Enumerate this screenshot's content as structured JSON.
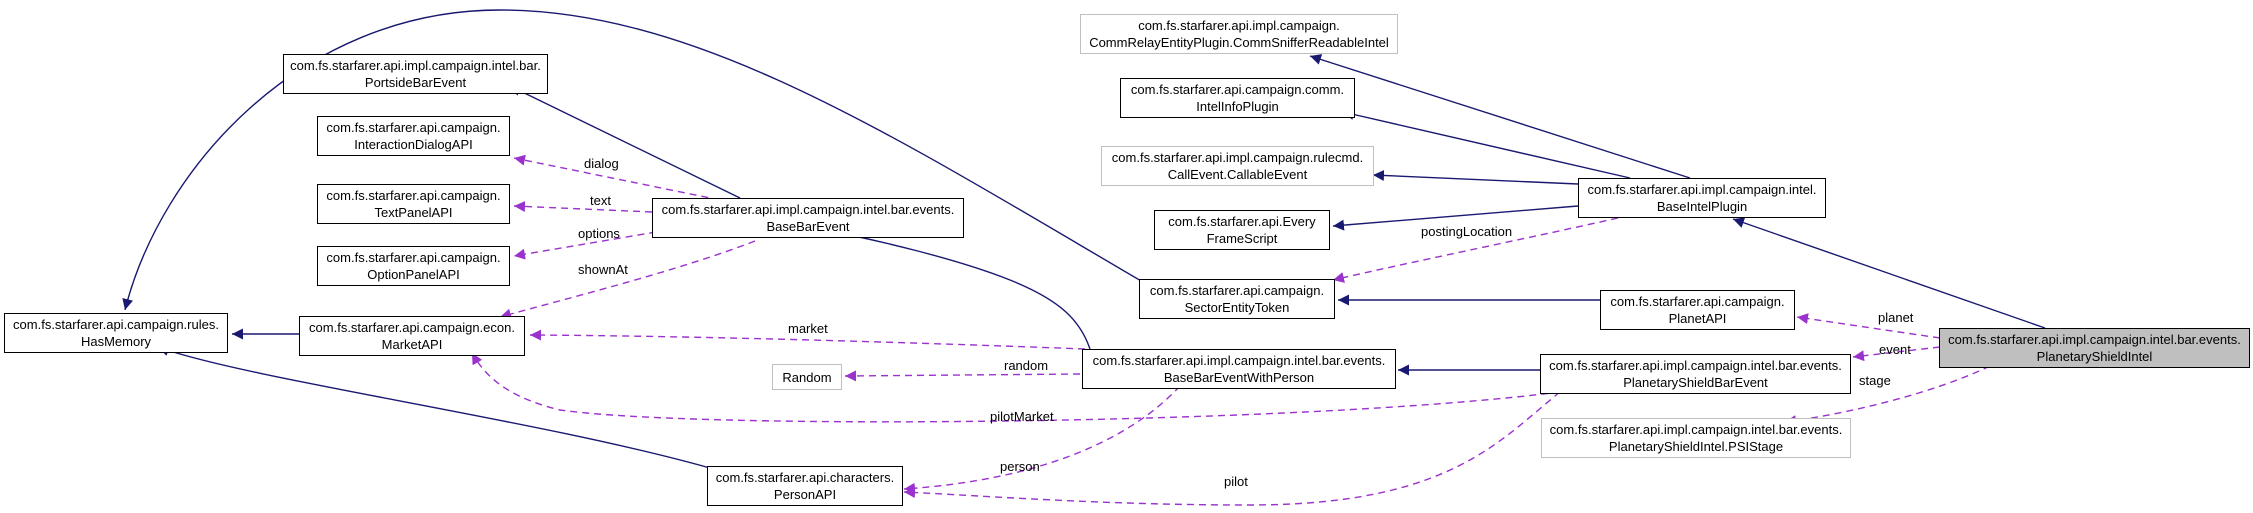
{
  "nodes": {
    "hasMemory": [
      "com.fs.starfarer.api.campaign.rules.",
      "HasMemory"
    ],
    "portsideBarEvent": [
      "com.fs.starfarer.api.impl.campaign.intel.bar.",
      "PortsideBarEvent"
    ],
    "interactionDialogAPI": [
      "com.fs.starfarer.api.campaign.",
      "InteractionDialogAPI"
    ],
    "textPanelAPI": [
      "com.fs.starfarer.api.campaign.",
      "TextPanelAPI"
    ],
    "optionPanelAPI": [
      "com.fs.starfarer.api.campaign.",
      "OptionPanelAPI"
    ],
    "marketAPI": [
      "com.fs.starfarer.api.campaign.econ.",
      "MarketAPI"
    ],
    "baseBarEvent": [
      "com.fs.starfarer.api.impl.campaign.intel.bar.events.",
      "BaseBarEvent"
    ],
    "random": [
      "Random"
    ],
    "personAPI": [
      "com.fs.starfarer.api.characters.",
      "PersonAPI"
    ],
    "commSniffer": [
      "com.fs.starfarer.api.impl.campaign.",
      "CommRelayEntityPlugin.CommSnifferReadableIntel"
    ],
    "intelInfoPlugin": [
      "com.fs.starfarer.api.campaign.comm.",
      "IntelInfoPlugin"
    ],
    "callableEvent": [
      "com.fs.starfarer.api.impl.campaign.rulecmd.",
      "CallEvent.CallableEvent"
    ],
    "everyFrameScript": [
      "com.fs.starfarer.api.Every",
      "FrameScript"
    ],
    "sectorEntityToken": [
      "com.fs.starfarer.api.campaign.",
      "SectorEntityToken"
    ],
    "baseBarEventWithPerson": [
      "com.fs.starfarer.api.impl.campaign.intel.bar.events.",
      "BaseBarEventWithPerson"
    ],
    "baseIntelPlugin": [
      "com.fs.starfarer.api.impl.campaign.intel.",
      "BaseIntelPlugin"
    ],
    "planetAPI": [
      "com.fs.starfarer.api.campaign.",
      "PlanetAPI"
    ],
    "planetaryShieldBarEvent": [
      "com.fs.starfarer.api.impl.campaign.intel.bar.events.",
      "PlanetaryShieldBarEvent"
    ],
    "psiStage": [
      "com.fs.starfarer.api.impl.campaign.intel.bar.events.",
      "PlanetaryShieldIntel.PSIStage"
    ],
    "planetaryShieldIntel": [
      "com.fs.starfarer.api.impl.campaign.intel.bar.events.",
      "PlanetaryShieldIntel"
    ]
  },
  "edge_labels": {
    "dialog": "dialog",
    "text": "text",
    "options": "options",
    "shownAt": "shownAt",
    "market": "market",
    "random": "random",
    "pilotMarket": "pilotMarket",
    "person": "person",
    "pilot": "pilot",
    "postingLocation": "postingLocation",
    "planet": "planet",
    "event": "event",
    "stage": "stage"
  },
  "colors": {
    "inheritance": "#191970",
    "usage": "#9a32cd",
    "focus_fill": "#bfbfbf",
    "external_border": "#bfbfbf"
  }
}
